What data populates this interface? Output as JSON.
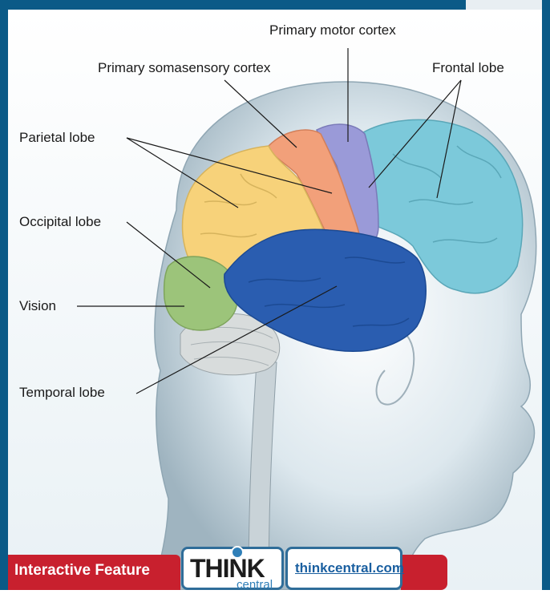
{
  "labels": {
    "primary_motor_cortex": "Primary motor cortex",
    "primary_somatosensory_cortex": "Primary somasensory cortex",
    "frontal_lobe": "Frontal lobe",
    "parietal_lobe": "Parietal lobe",
    "occipital_lobe": "Occipital lobe",
    "vision": "Vision",
    "temporal_lobe": "Temporal lobe"
  },
  "footer": {
    "interactive_feature": "Interactive Feature",
    "logo_think": "THINK",
    "logo_central": "central",
    "url": "thinkcentral.com"
  },
  "colors": {
    "frame_blue": "#0b5a87",
    "frontal": "#7cc9da",
    "motor": "#9a9ad8",
    "somatosensory": "#f2a07a",
    "parietal": "#f7d27a",
    "occipital": "#9cc47a",
    "temporal": "#2a5db0",
    "footer_red": "#c8202e"
  }
}
